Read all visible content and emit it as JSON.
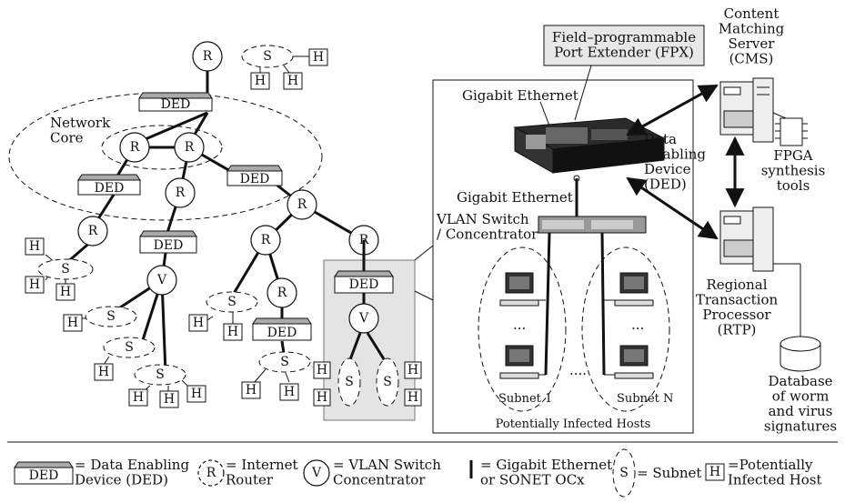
{
  "labels": {
    "router": "R",
    "switch": "V",
    "subnet": "S",
    "host": "H",
    "ded": "DED",
    "network_core": "Network\nCore",
    "fpx": "Field–programmable\nPort Extender (FPX)",
    "gig_eth_top": "Gigabit Ethernet",
    "gig_eth_mid": "Gigabit Ethernet",
    "vlan_switch": "VLAN Switch\n/ Concentrator",
    "ded_full": "Data\nEnabling\nDevice\n(DED)",
    "cms": "Content\nMatching\nServer\n(CMS)",
    "fpga": "FPGA\nsynthesis\ntools",
    "rtp": "Regional\nTransaction\nProcessor\n(RTP)",
    "db": "Database\nof worm\nand virus\nsignatures",
    "subnet1": "Subnet 1",
    "subnetN": "Subnet N",
    "infected_hosts": "Potentially Infected Hosts",
    "ellipsis": "...",
    "dots": "...."
  },
  "legend": {
    "ded": "= Data Enabling\nDevice (DED)",
    "router": "= Internet\nRouter",
    "switch": "= VLAN Switch\nConcentrator",
    "link": "= Gigabit Ethernet\nor SONET OCx",
    "subnet": "= Subnet",
    "host": "=Potentially\nInfected Host"
  }
}
